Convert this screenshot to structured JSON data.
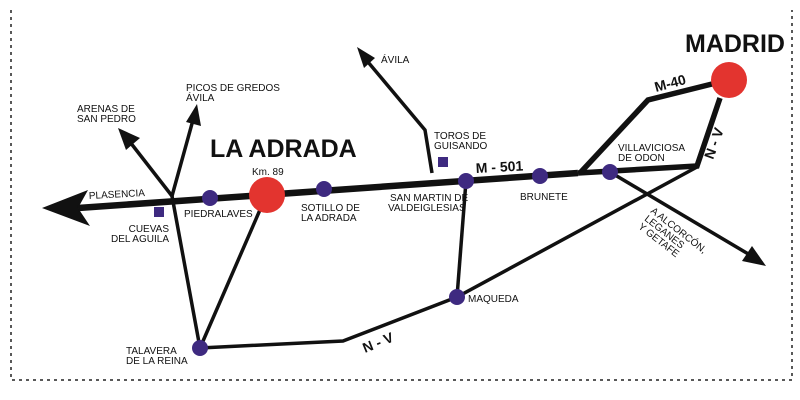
{
  "colors": {
    "city_major": "#e3342f",
    "town": "#3e2a80",
    "road": "#111111",
    "border": "#222222"
  },
  "cities": {
    "la_adrada": "LA ADRADA",
    "madrid": "MADRID",
    "km": "Km. 89"
  },
  "roads": {
    "m501": "M - 501",
    "m40": "M-40",
    "nv_top": "N - V",
    "nv_bottom": "N - V"
  },
  "towns": {
    "piedralaves": "PIEDRALAVES",
    "sotillo": [
      "SOTILLO DE",
      "LA ADRADA"
    ],
    "san_martin": [
      "SAN MARTIN DE",
      "VALDEIGLESIAS"
    ],
    "brunete": "BRUNETE",
    "villaviciosa": [
      "VILLAVICIOSA",
      "DE ODON"
    ],
    "maqueda": "MAQUEDA",
    "talavera": [
      "TALAVERA",
      "DE LA REINA"
    ]
  },
  "landmarks": {
    "cuevas": [
      "CUEVAS",
      "DEL AGUILA"
    ],
    "toros": [
      "TOROS DE",
      "GUISANDO"
    ]
  },
  "destinations": {
    "plasencia": "PLASENCIA",
    "arenas": [
      "ARENAS DE",
      "SAN PEDRO"
    ],
    "picos": [
      "PICOS DE GREDOS",
      "ÁVILA"
    ],
    "avila": "ÁVILA",
    "alcorcon": [
      "A ALCORCÓN,",
      "LEGANES",
      "Y GETAFE"
    ]
  }
}
